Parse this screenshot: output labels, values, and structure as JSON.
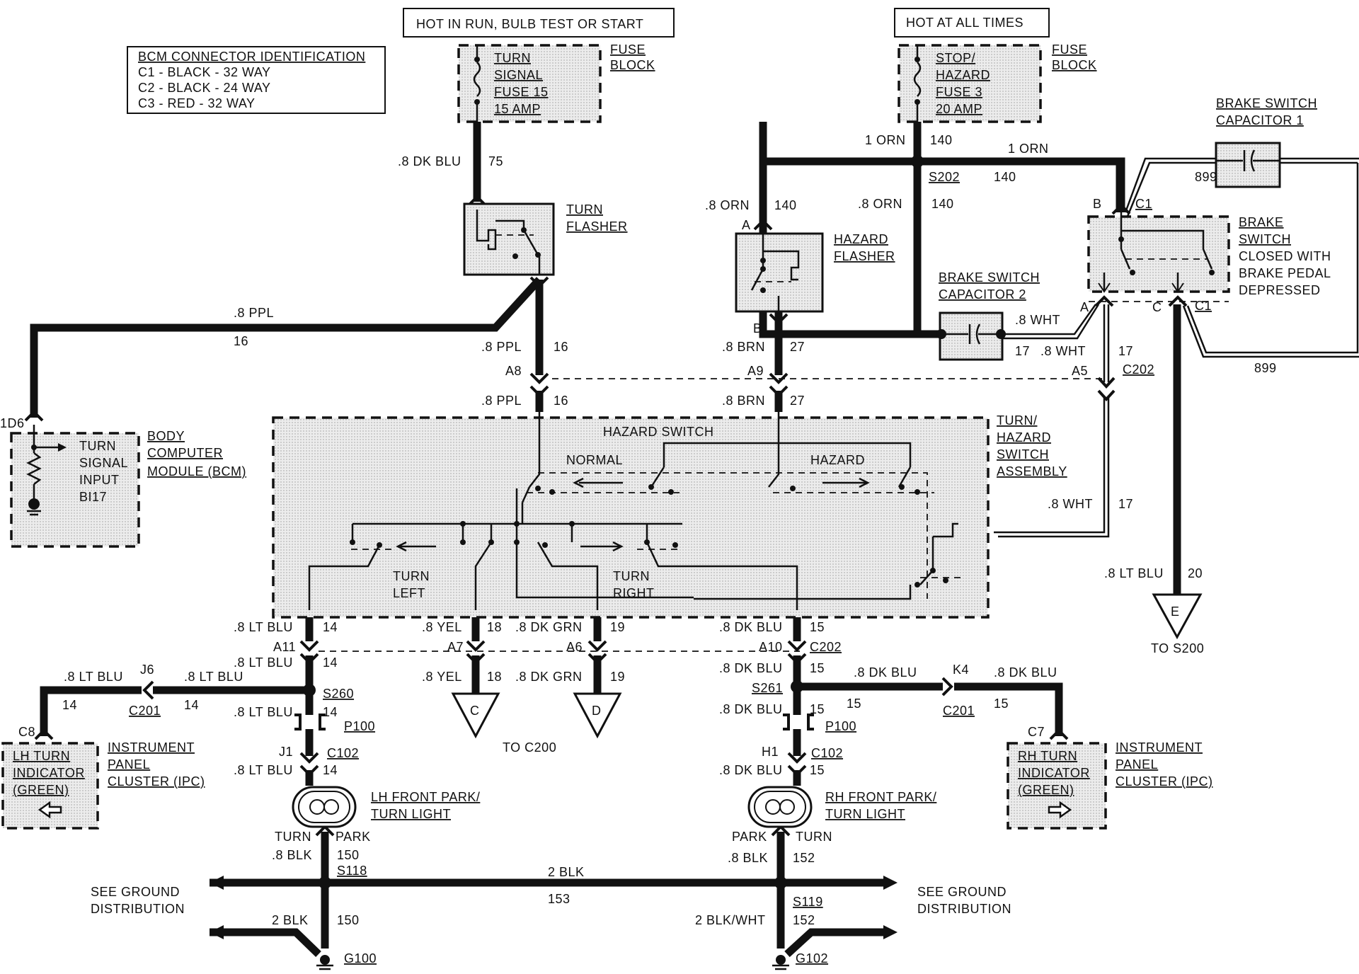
{
  "bcm_id": {
    "title": "BCM CONNECTOR IDENTIFICATION",
    "lines": [
      "C1 - BLACK - 32 WAY",
      "C2 - BLACK - 24 WAY",
      "C3 - RED - 32 WAY"
    ]
  },
  "power": {
    "run_label": "HOT IN RUN, BULB TEST OR START",
    "all_label": "HOT AT ALL TIMES",
    "fuse_block": [
      "FUSE",
      "BLOCK"
    ],
    "turn_fuse": [
      "TURN",
      "SIGNAL",
      "FUSE 15",
      "15 AMP"
    ],
    "stop_fuse": [
      "STOP/",
      "HAZARD",
      "FUSE 3",
      "20 AMP"
    ]
  },
  "components": {
    "turn_flasher": [
      "TURN",
      "FLASHER"
    ],
    "hazard_flasher": [
      "HAZARD",
      "FLASHER"
    ],
    "brake_cap1": [
      "BRAKE SWITCH",
      "CAPACITOR 1"
    ],
    "brake_cap2": [
      "BRAKE SWITCH",
      "CAPACITOR 2"
    ],
    "brake_switch": [
      "BRAKE",
      "SWITCH",
      "CLOSED WITH",
      "BRAKE PEDAL",
      "DEPRESSED"
    ],
    "bcm_inner": [
      "TURN",
      "SIGNAL",
      "INPUT",
      "BI17"
    ],
    "bcm_label": [
      "BODY",
      "COMPUTER",
      "MODULE (BCM)"
    ],
    "bcm_pin": "1D6",
    "hazard_switch": "HAZARD SWITCH",
    "normal": "NORMAL",
    "hazard": "HAZARD",
    "turn_left": [
      "TURN",
      "LEFT"
    ],
    "turn_right": [
      "TURN",
      "RIGHT"
    ],
    "assembly": [
      "TURN/",
      "HAZARD",
      "SWITCH",
      "ASSEMBLY"
    ],
    "lh_indicator": [
      "LH TURN",
      "INDICATOR",
      "(GREEN)"
    ],
    "rh_indicator": [
      "RH TURN",
      "INDICATOR",
      "(GREEN)"
    ],
    "ipc": [
      "INSTRUMENT",
      "PANEL",
      "CLUSTER (IPC)"
    ],
    "lh_light": [
      "LH FRONT PARK/",
      "TURN LIGHT"
    ],
    "rh_light": [
      "RH FRONT PARK/",
      "TURN LIGHT"
    ],
    "see_ground": [
      "SEE GROUND",
      "DISTRIBUTION"
    ]
  },
  "wires": {
    "dkblu_75": ".8 DK BLU",
    "c75": "75",
    "orn1": "1 ORN",
    "c140": "140",
    "orn08": ".8 ORN",
    "s202": "S202",
    "c899": "899",
    "wht08": ".8 WHT",
    "c17": "17",
    "ppl08": ".8 PPL",
    "c16": "16",
    "brn08": ".8 BRN",
    "c27": "27",
    "a8": "A8",
    "a9": "A9",
    "a5": "A5",
    "c202": "C202",
    "ltblu08": ".8 LT BLU",
    "c14": "14",
    "c20": "20",
    "yel08": ".8 YEL",
    "c18": "18",
    "dkgrn08": ".8 DK GRN",
    "c19": "19",
    "dkblu08": ".8 DK BLU",
    "c15": "15",
    "a11": "A11",
    "a7": "A7",
    "a6": "A6",
    "a10": "A10",
    "j6": "J6",
    "k4": "K4",
    "c201": "C201",
    "c8": "C8",
    "c7": "C7",
    "s260": "S260",
    "s261": "S261",
    "p100": "P100",
    "c102": "C102",
    "j1": "J1",
    "h1": "H1",
    "turn": "TURN",
    "park": "PARK",
    "blk08": ".8 BLK",
    "c150": "150",
    "c152": "152",
    "s118": "S118",
    "s119": "S119",
    "blk2": "2 BLK",
    "c153": "153",
    "blkwht2": "2 BLK/WHT",
    "g100": "G100",
    "g102": "G102",
    "to_c200": "TO C200",
    "to_s200": "TO S200",
    "conn_a": "A",
    "conn_b": "B",
    "conn_c": "C",
    "conn_c1": "C1"
  },
  "connectors": {
    "c": "C",
    "d": "D",
    "e": "E"
  }
}
